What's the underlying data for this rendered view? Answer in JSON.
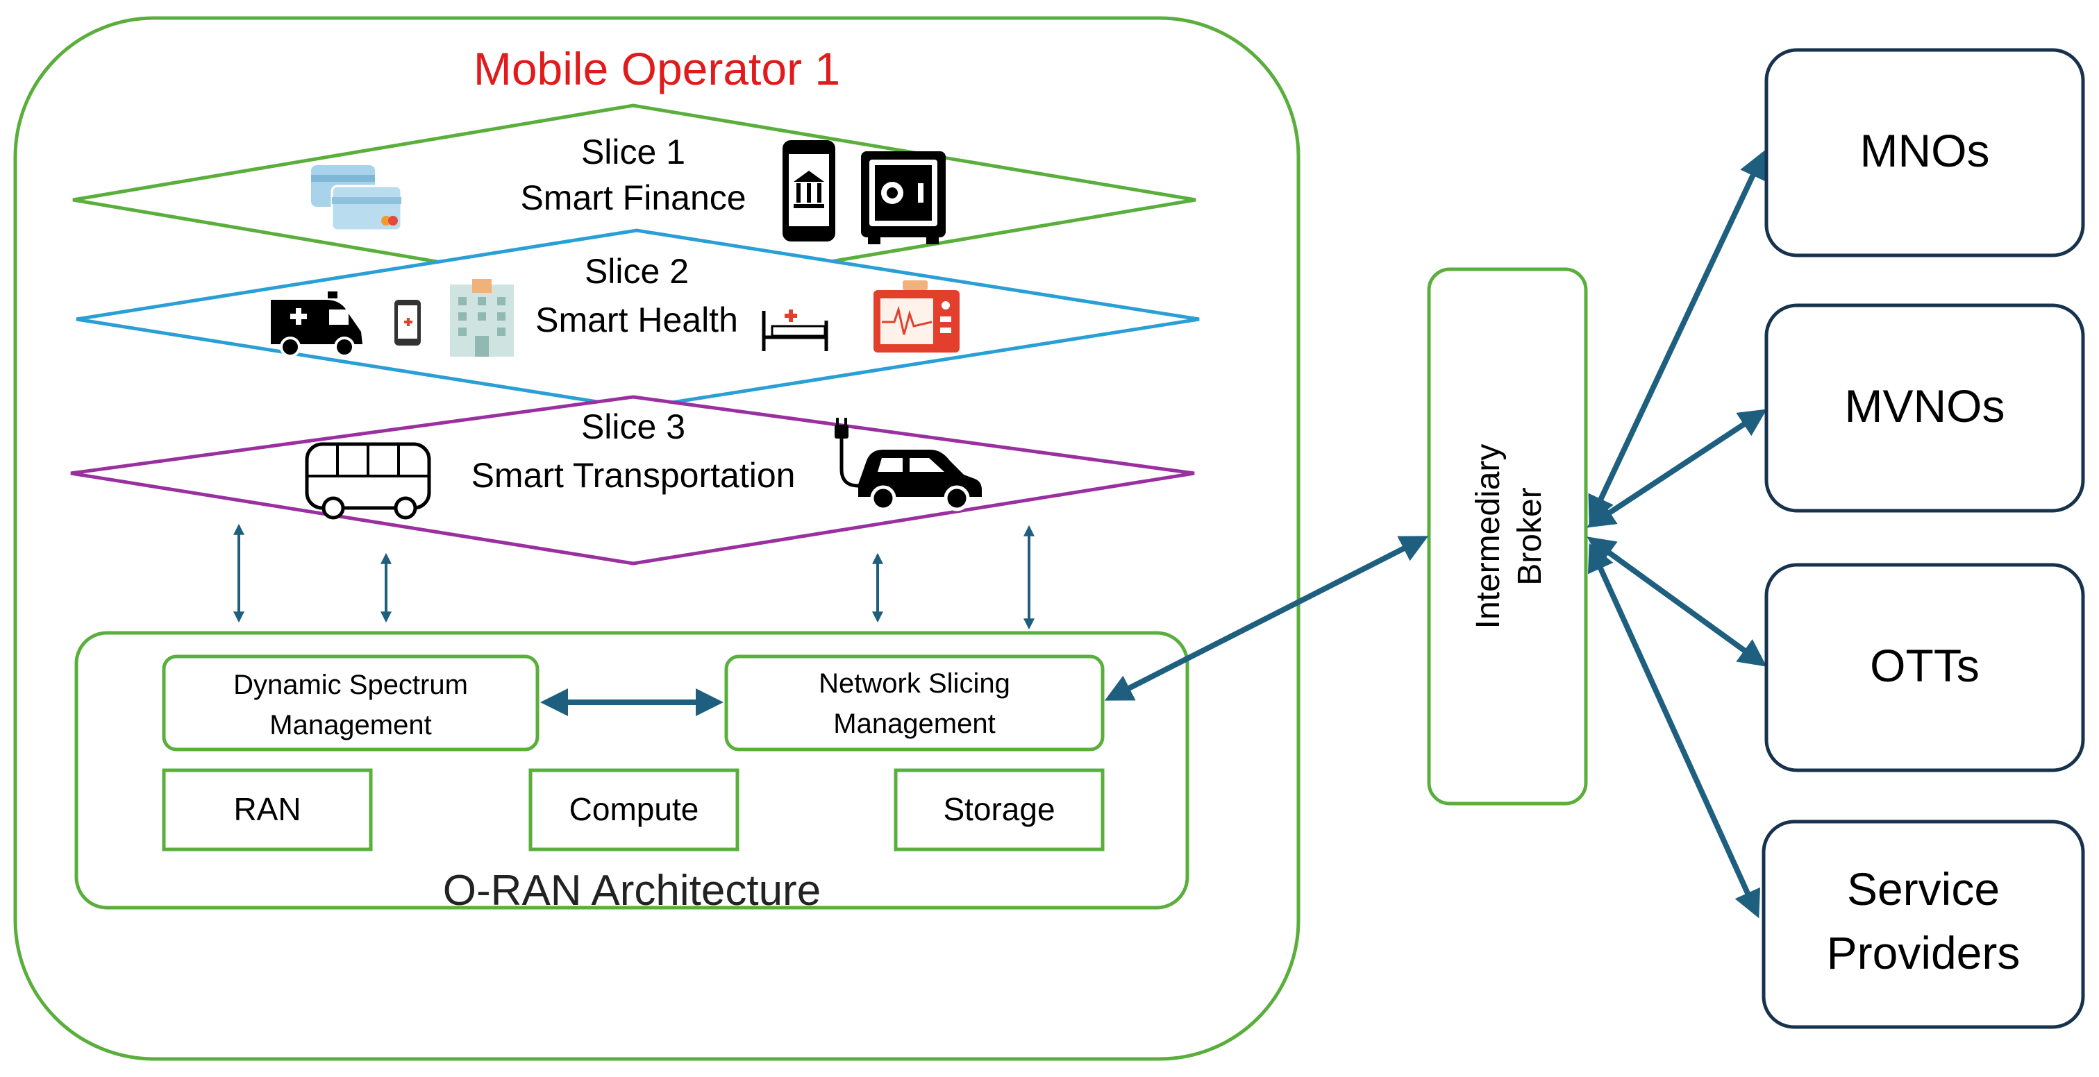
{
  "operator": {
    "title": "Mobile Operator 1"
  },
  "slices": [
    {
      "line1": "Slice 1",
      "line2": "Smart Finance"
    },
    {
      "line1": "Slice 2",
      "line2": "Smart Health"
    },
    {
      "line1": "Slice 3",
      "line2": "Smart Transportation"
    }
  ],
  "oran": {
    "title": "O-RAN Architecture",
    "dsm": {
      "line1": "Dynamic Spectrum",
      "line2": "Management"
    },
    "nsm": {
      "line1": "Network Slicing",
      "line2": "Management"
    },
    "ran": "RAN",
    "compute": "Compute",
    "storage": "Storage"
  },
  "broker": {
    "line1": "Intermediary",
    "line2": "Broker"
  },
  "stakeholders": [
    {
      "line1": "MNOs"
    },
    {
      "line1": "MVNOs"
    },
    {
      "line1": "OTTs"
    },
    {
      "line1": "Service",
      "line2": "Providers"
    }
  ],
  "colors": {
    "green": "#5aaf3c",
    "blue_slice": "#2a9fd6",
    "purple_slice": "#9a2fa0",
    "arrow": "#1e5f80",
    "title_red": "#e01b1b",
    "box_dark": "#17324d"
  },
  "icons": [
    "credit-cards-icon",
    "mobile-bank-icon",
    "safe-icon",
    "ambulance-icon",
    "phone-health-icon",
    "hospital-icon",
    "hospital-bed-icon",
    "ecg-monitor-icon",
    "bus-icon",
    "electric-car-icon"
  ]
}
